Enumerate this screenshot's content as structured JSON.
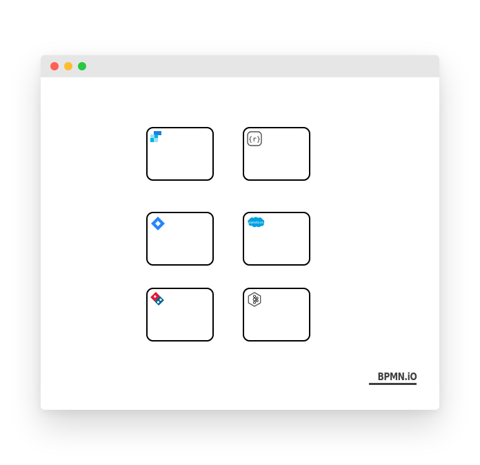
{
  "window": {
    "titlebar_color": "#e6e6e6",
    "buttons": [
      {
        "name": "close",
        "color": "#ff5f57"
      },
      {
        "name": "minimize",
        "color": "#febc2e"
      },
      {
        "name": "zoom",
        "color": "#28c840"
      }
    ]
  },
  "diagram": {
    "tasks": [
      {
        "id": "task-1",
        "icon": "sendgrid-icon",
        "label": ""
      },
      {
        "id": "task-2",
        "icon": "rest-connector-icon",
        "label": ""
      },
      {
        "id": "task-3",
        "icon": "jira-icon",
        "label": ""
      },
      {
        "id": "task-4",
        "icon": "salesforce-icon",
        "label": ""
      },
      {
        "id": "task-5",
        "icon": "dominos-icon",
        "label": ""
      },
      {
        "id": "task-6",
        "icon": "kafka-icon",
        "label": ""
      }
    ]
  },
  "brand": {
    "logo_text": "BPMN.iO",
    "logo_color": "#404040"
  }
}
